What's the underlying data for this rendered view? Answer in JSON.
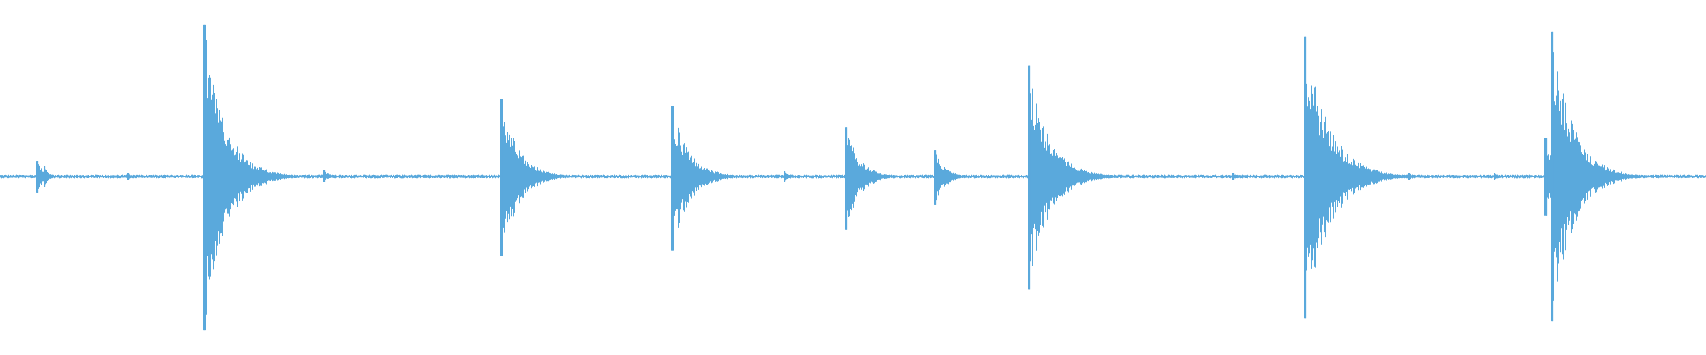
{
  "chart_data": {
    "type": "line",
    "subtype": "audio-waveform",
    "color": "#5aa9dc",
    "background": "#ffffff",
    "grid": false,
    "legend": "none",
    "title": "",
    "xlabel": "",
    "ylabel": "",
    "xlim": [
      0,
      1
    ],
    "ylim": [
      -1,
      1
    ],
    "baseline": 0,
    "noise_amplitude": 0.012,
    "transients": [
      {
        "t": 0.022,
        "up": 0.09,
        "down": 0.09,
        "decay": 0.004
      },
      {
        "t": 0.026,
        "up": 0.06,
        "down": 0.06,
        "decay": 0.003
      },
      {
        "t": 0.075,
        "up": 0.02,
        "down": 0.02,
        "decay": 0.004
      },
      {
        "t": 0.12,
        "up": 0.86,
        "down": 0.87,
        "decay": 0.012
      },
      {
        "t": 0.19,
        "up": 0.04,
        "down": 0.03,
        "decay": 0.004
      },
      {
        "t": 0.294,
        "up": 0.44,
        "down": 0.45,
        "decay": 0.01
      },
      {
        "t": 0.394,
        "up": 0.4,
        "down": 0.42,
        "decay": 0.01
      },
      {
        "t": 0.46,
        "up": 0.03,
        "down": 0.03,
        "decay": 0.004
      },
      {
        "t": 0.496,
        "up": 0.28,
        "down": 0.3,
        "decay": 0.008
      },
      {
        "t": 0.548,
        "up": 0.15,
        "down": 0.16,
        "decay": 0.006
      },
      {
        "t": 0.603,
        "up": 0.63,
        "down": 0.64,
        "decay": 0.012
      },
      {
        "t": 0.723,
        "up": 0.02,
        "down": 0.02,
        "decay": 0.004
      },
      {
        "t": 0.765,
        "up": 0.79,
        "down": 0.8,
        "decay": 0.014
      },
      {
        "t": 0.826,
        "up": 0.02,
        "down": 0.02,
        "decay": 0.004
      },
      {
        "t": 0.876,
        "up": 0.02,
        "down": 0.02,
        "decay": 0.004
      },
      {
        "t": 0.906,
        "up": 0.22,
        "down": 0.22,
        "decay": 0.006
      },
      {
        "t": 0.91,
        "up": 0.82,
        "down": 0.82,
        "decay": 0.012
      }
    ]
  }
}
